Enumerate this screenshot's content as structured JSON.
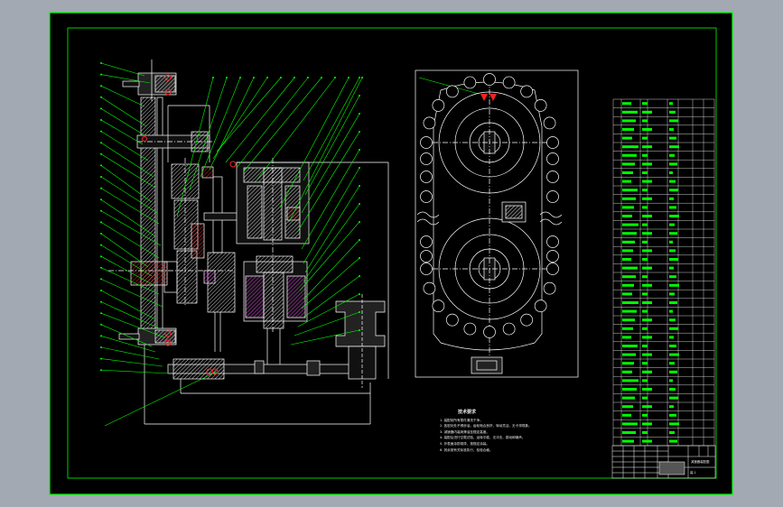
{
  "viewer": {
    "background": "#a2a9b3"
  },
  "sheet": {
    "background": "#000000",
    "border_color": "#00ff00",
    "line_color": "#ffffff"
  },
  "tech_notes": {
    "title": "技术要求",
    "lines": [
      "1. 装配前所有零件清洗干净。",
      "2. 各密封处不得渗油，齿轮啮合良好，转动灵活，无卡滞现象。",
      "3. 减速器内装润滑油至规定高度。",
      "4. 装配后进行空载试验，运转平稳，无冲击、振动和噪声。",
      "5. 外表面涂防锈漆，按规定涂装。",
      "6. 其余按有关标准执行，检验合格。"
    ]
  },
  "title_block": {
    "drawing_name": "减速器装配图",
    "drawing_no": "装-1"
  },
  "bom": {
    "text_color": "#00ff00",
    "row_count": 40
  }
}
